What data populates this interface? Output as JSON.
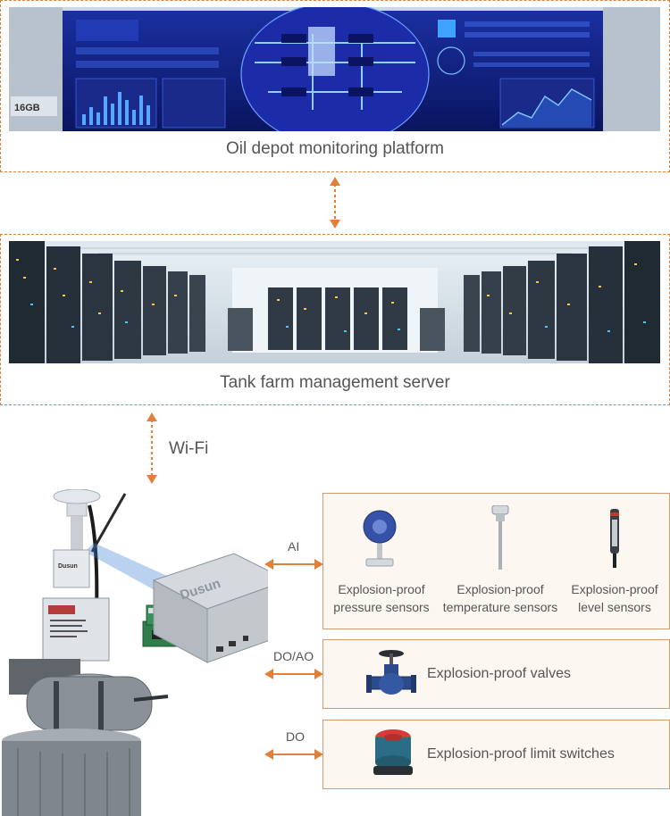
{
  "platform": {
    "caption": "Oil depot monitoring platform",
    "screen_text": "16GB"
  },
  "server": {
    "caption": "Tank farm management server"
  },
  "link": {
    "wifi_label": "Wi-Fi"
  },
  "gateway": {
    "brand": "Dusun"
  },
  "connections": {
    "ai_label": "AI",
    "doao_label": "DO/AO",
    "do_label": "DO"
  },
  "sensors": {
    "pressure": [
      "Explosion-proof",
      "pressure sensors"
    ],
    "temperature": [
      "Explosion-proof",
      "temperature sensors"
    ],
    "level": [
      "Explosion-proof",
      "level sensors"
    ]
  },
  "valves": {
    "label": "Explosion-proof valves"
  },
  "switches": {
    "label": "Explosion-proof limit switches"
  },
  "colors": {
    "accent": "#e0803a",
    "dashed": "#e0803a",
    "box_border": "#d59a6d",
    "box_fill": "#fdf7f1"
  }
}
